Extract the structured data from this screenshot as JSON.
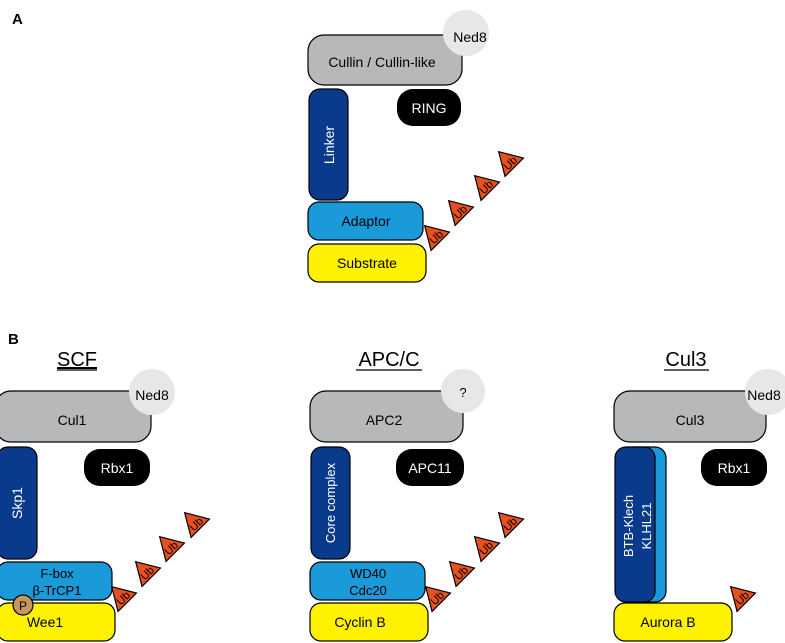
{
  "panel_a": {
    "letter": "A",
    "ned8": "Ned8",
    "cullin": "Cullin / Cullin-like",
    "ring": "RING",
    "linker": "Linker",
    "adaptor": "Adaptor",
    "substrate": "Substrate",
    "ub": [
      "Ub",
      "Ub",
      "Ub"
    ]
  },
  "panel_b": {
    "letter": "B",
    "scf": {
      "title": "SCF",
      "ned8": "Ned8",
      "cullin": "Cul1",
      "ring": "Rbx1",
      "linker": "Skp1",
      "adaptor_line1": "F-box",
      "adaptor_line2": "β-TrCP1",
      "phospho": "P",
      "substrate": "Wee1",
      "ub": [
        "Ub",
        "Ub",
        "Ub",
        "Ub"
      ]
    },
    "apcc": {
      "title": "APC/C",
      "ned8": "?",
      "cullin": "APC2",
      "ring": "APC11",
      "linker": "Core complex",
      "adaptor_line1": "WD40",
      "adaptor_line2": "Cdc20",
      "substrate": "Cyclin B",
      "ub": [
        "Ub",
        "Ub",
        "Ub",
        "Ub"
      ]
    },
    "cul3": {
      "title": "Cul3",
      "ned8": "Ned8",
      "cullin": "Cul3",
      "ring": "Rbx1",
      "linker_line1": "BTB-Klech",
      "linker_line2": "KLHL21",
      "substrate": "Aurora B",
      "ub": [
        "Ub"
      ]
    }
  },
  "colors": {
    "cullin": "#b7b8ba",
    "ned8": "#e6e7e8",
    "ring": "#000000",
    "linker": "#0a3a8c",
    "adaptor": "#1a9ad9",
    "substrate": "#fff200",
    "ub": "#e8501f",
    "phospho": "#c8955a"
  }
}
